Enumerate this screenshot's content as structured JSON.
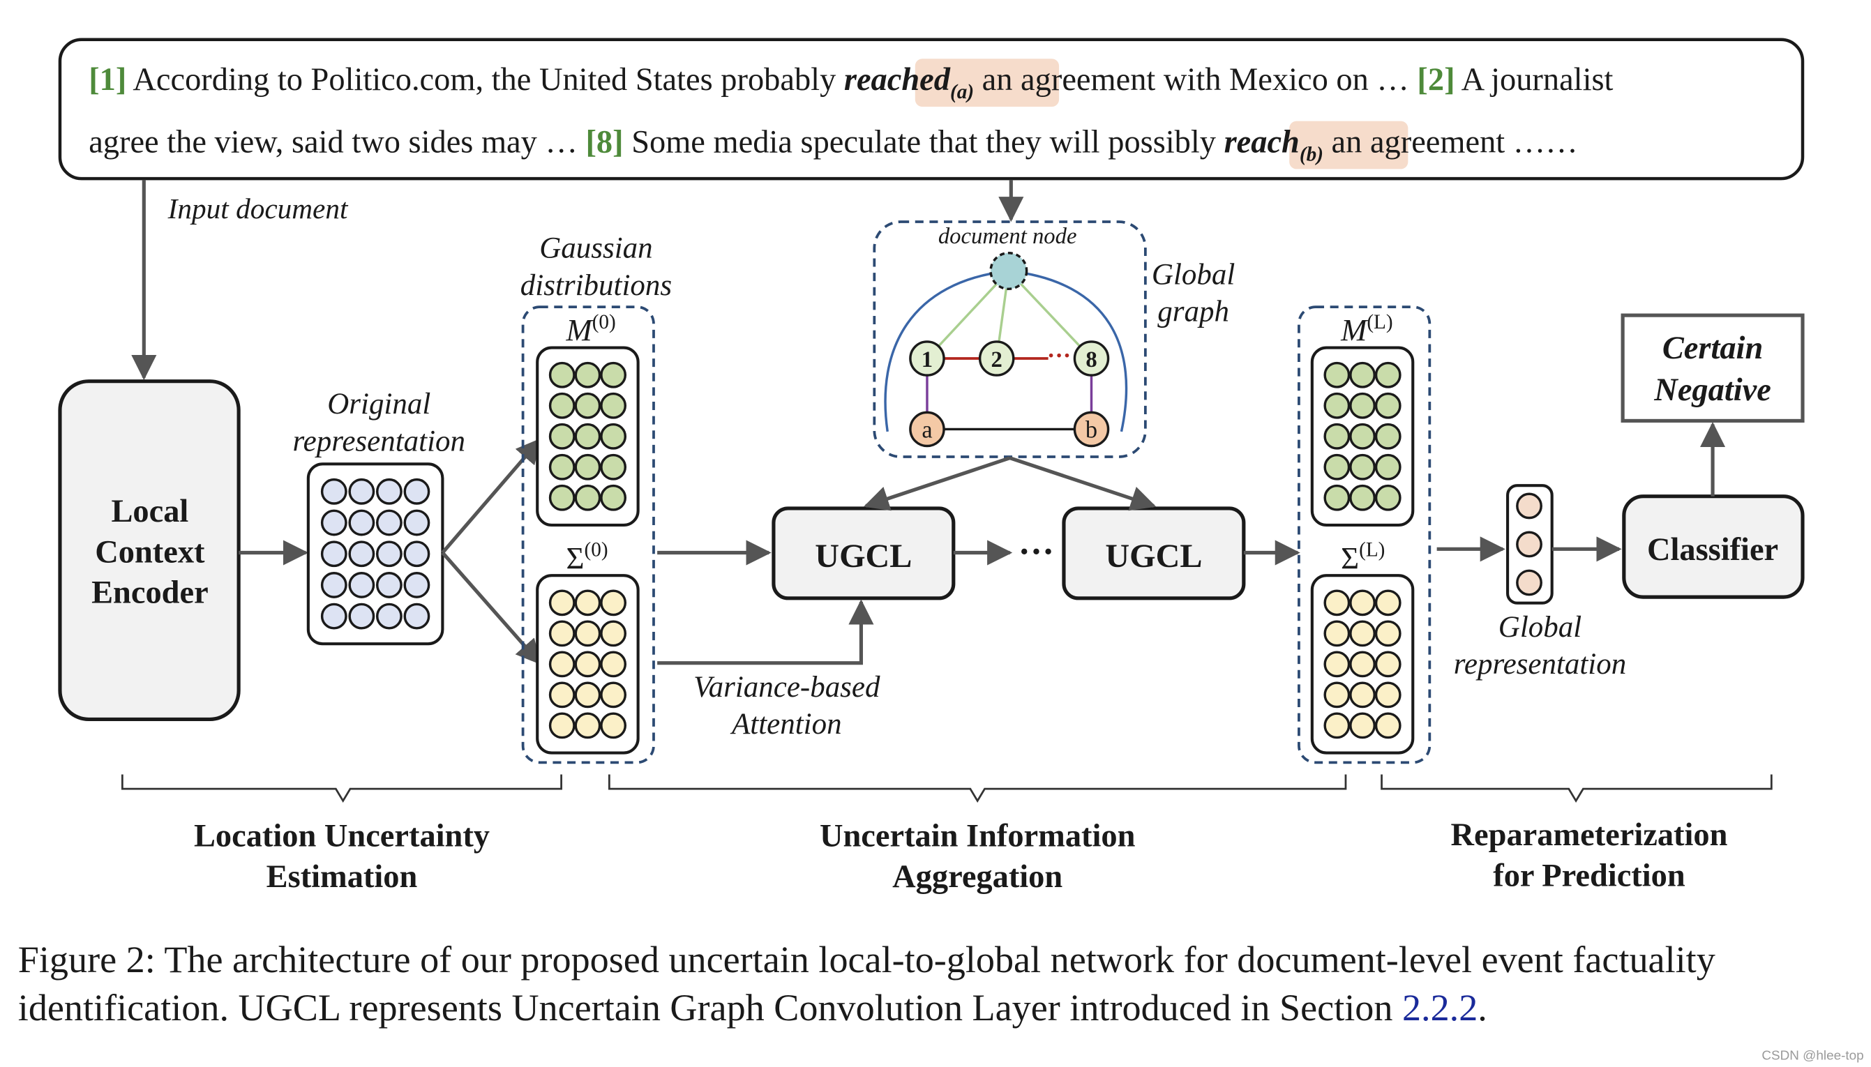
{
  "input_text": {
    "line1": {
      "ref1": "[1]",
      "part1": " According to Politico.com, the United States probably ",
      "highlight_word": "reached",
      "highlight_sub": "(a)",
      "part2": " an agreement with Mexico on … ",
      "ref2": "[2]",
      "part3": " A journalist"
    },
    "line2": {
      "part1": "agree the view, said two sides may … ",
      "ref8": "[8]",
      "part2": " Some media speculate that they will possibly ",
      "highlight_word": "reach",
      "highlight_sub": "(b)",
      "part3": " an agreement ……"
    }
  },
  "labels": {
    "input_document": "Input document",
    "local_context_encoder": [
      "Local",
      "Context",
      "Encoder"
    ],
    "original_representation": [
      "Original",
      "representation"
    ],
    "gaussian_distributions": [
      "Gaussian",
      "distributions"
    ],
    "m0_main": "M",
    "m0_sup": "(0)",
    "s0_main": "Σ",
    "s0_sup": "(0)",
    "ugcl": "UGCL",
    "ellipsis": "···",
    "variance_attention": [
      "Variance-based",
      "Attention"
    ],
    "document_node": "document node",
    "global_graph": [
      "Global",
      "graph"
    ],
    "node_1": "1",
    "node_2": "2",
    "node_8": "8",
    "node_dots": "···",
    "node_a": "a",
    "node_b": "b",
    "ml_main": "M",
    "ml_sup": "(L)",
    "sl_main": "Σ",
    "sl_sup": "(L)",
    "global_representation": [
      "Global",
      "representation"
    ],
    "classifier": "Classifier",
    "output": [
      "Certain",
      "Negative"
    ]
  },
  "sections": {
    "s1": [
      "Location Uncertainty",
      "Estimation"
    ],
    "s2": [
      "Uncertain Information",
      "Aggregation"
    ],
    "s3": [
      "Reparameterization",
      "for Prediction"
    ]
  },
  "caption": {
    "line1": "Figure 2: The architecture of our proposed uncertain local-to-global network for document-level event factuality",
    "line2_pre": "identification. UGCL represents Uncertain Graph Convolution Layer introduced in Section ",
    "line2_ref": "2.2.2",
    "line2_post": "."
  },
  "watermark": "CSDN @hlee-top",
  "colors": {
    "green_ref": "#4e8a3a",
    "highlight": "#f6dccb",
    "section_link": "#1a2a9a",
    "graph_outline": "#3a66a8",
    "doc_edge": "#a9cf8f",
    "chain_edge": "#b3261e",
    "event_edge": "#7a3e9a"
  }
}
